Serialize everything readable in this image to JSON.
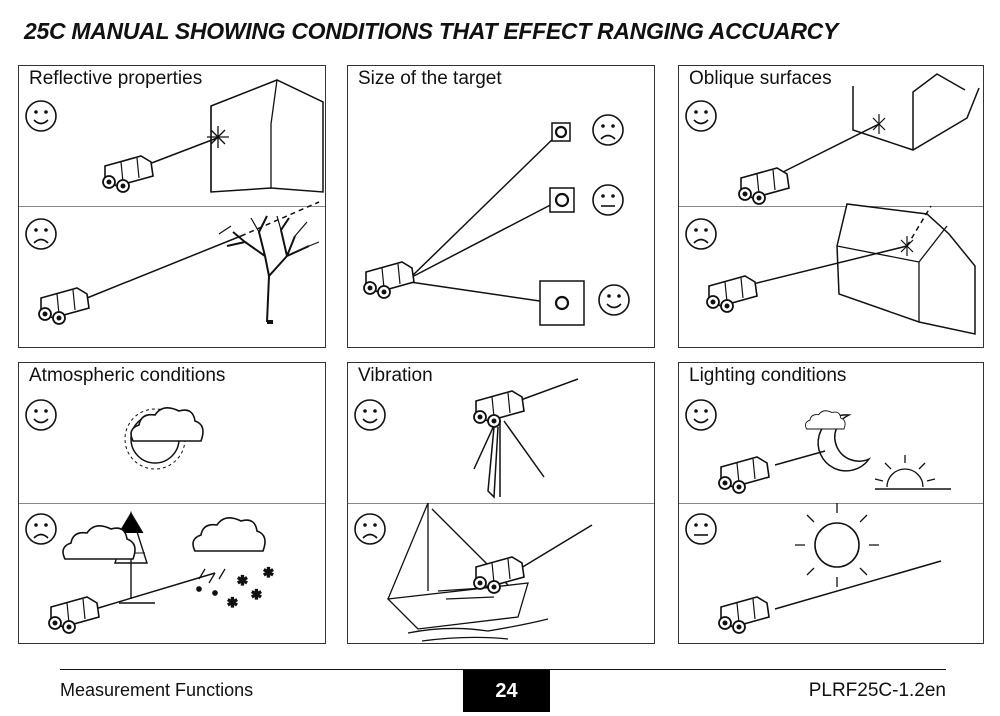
{
  "title": "25C MANUAL SHOWING CONDITIONS THAT EFFECT RANGING ACCUARCY",
  "panels": [
    {
      "label": "Reflective properties",
      "faces": [
        "smiley-happy-icon",
        "smiley-sad-icon"
      ]
    },
    {
      "label": "Size of the target",
      "faces": [
        "smiley-sad-icon",
        "smiley-neutral-icon",
        "smiley-happy-icon"
      ]
    },
    {
      "label": "Oblique surfaces",
      "faces": [
        "smiley-happy-icon",
        "smiley-sad-icon"
      ]
    },
    {
      "label": "Atmospheric conditions",
      "faces": [
        "smiley-happy-icon",
        "smiley-sad-icon"
      ]
    },
    {
      "label": "Vibration",
      "faces": [
        "smiley-happy-icon",
        "smiley-sad-icon"
      ]
    },
    {
      "label": "Lighting conditions",
      "faces": [
        "smiley-happy-icon",
        "smiley-neutral-icon"
      ]
    }
  ],
  "footer": {
    "section": "Measurement Functions",
    "page": "24",
    "doc_code": "PLRF25C-1.2en"
  }
}
